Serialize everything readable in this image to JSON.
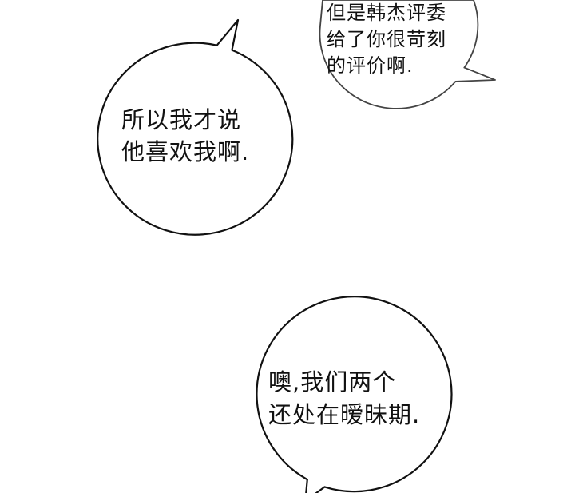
{
  "bubbles": [
    {
      "id": "left",
      "lines": [
        "所以我才说",
        "他喜欢我啊."
      ]
    },
    {
      "id": "top-right",
      "lines": [
        "但是韩杰评委",
        "给了你很苛刻",
        "的评价啊."
      ]
    },
    {
      "id": "bottom",
      "lines": [
        "噢,我们两个",
        "还处在暧昧期."
      ]
    }
  ],
  "colors": {
    "background": "#ffffff",
    "bubble_fill": "#ffffff",
    "left_bubble_stroke": "#111111",
    "top_right_bubble_stroke": "#444444",
    "bottom_bubble_stroke": "#111111",
    "text": "#111111"
  }
}
